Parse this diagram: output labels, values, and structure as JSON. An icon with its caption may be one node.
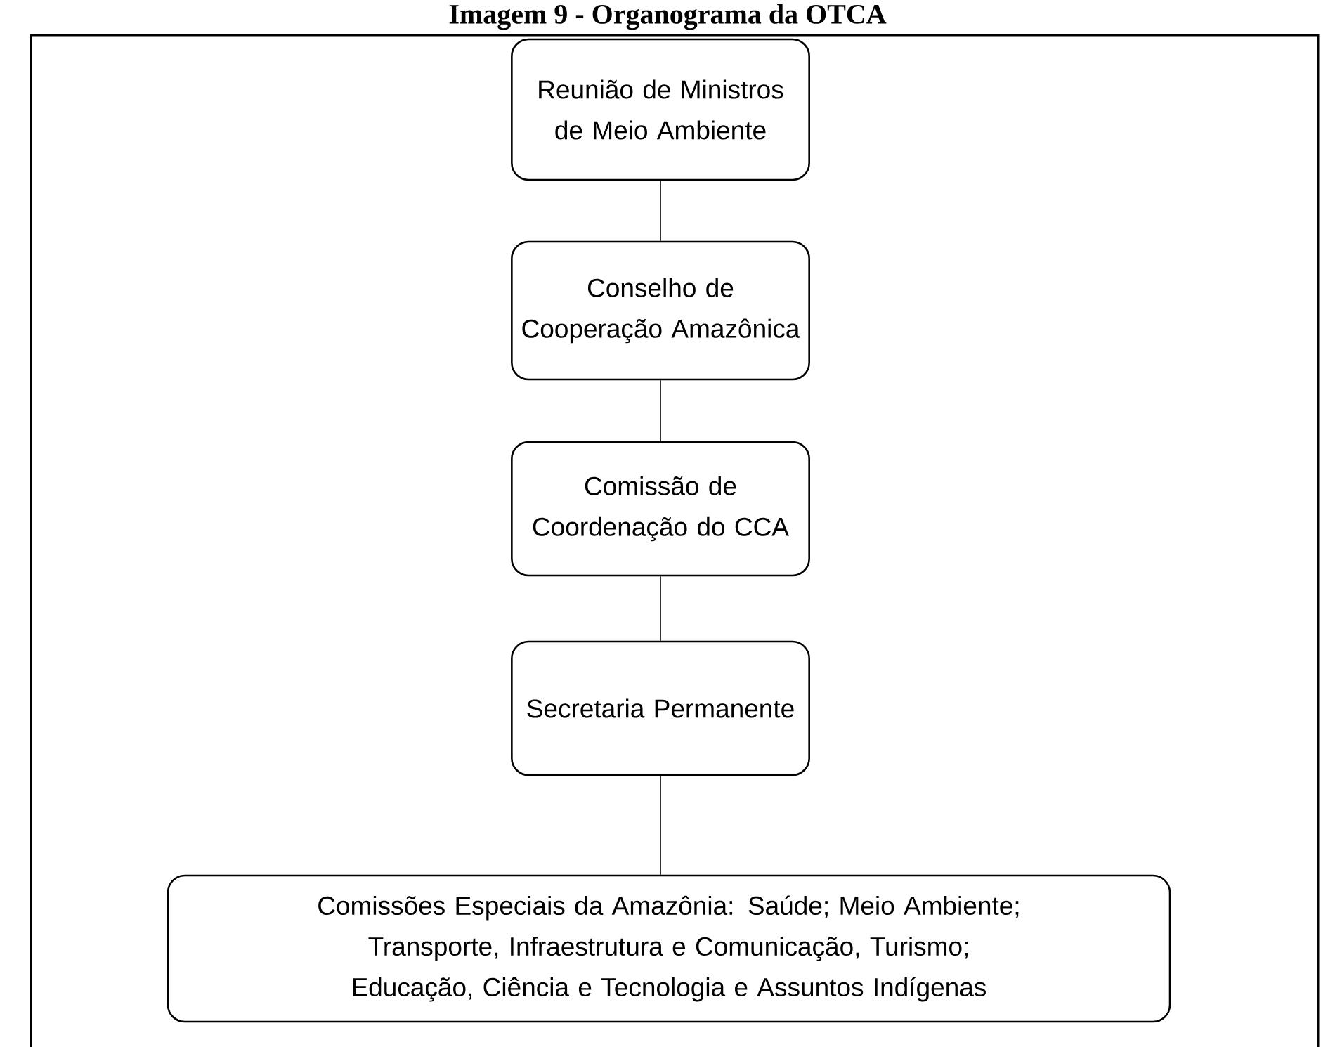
{
  "diagram": {
    "title": "Imagem 9 - Organograma da OTCA",
    "nodes": [
      {
        "text": [
          "Reunião de Ministros de Meio Ambiente"
        ]
      },
      {
        "text": [
          "Conselho de Cooperação Amazônica"
        ]
      },
      {
        "text": [
          "Comissão de Coordenação do CCA"
        ]
      },
      {
        "text": [
          "Secretaria Permanente"
        ]
      },
      {
        "text": [
          "Comissões Especiais da Amazônia: Saúde; Meio Ambiente; Transporte, Infraestrutura e Comunicação, Turismo; Educação, Ciência e Tecnologia e Assuntos Indígenas"
        ]
      }
    ],
    "edges": [
      {
        "from": 0,
        "to": 1,
        "arrow": "none"
      },
      {
        "from": 1,
        "to": 2,
        "arrow": "none"
      },
      {
        "from": 2,
        "to": 3,
        "arrow": "none"
      },
      {
        "from": 3,
        "to": 4,
        "arrow": "none"
      }
    ]
  }
}
